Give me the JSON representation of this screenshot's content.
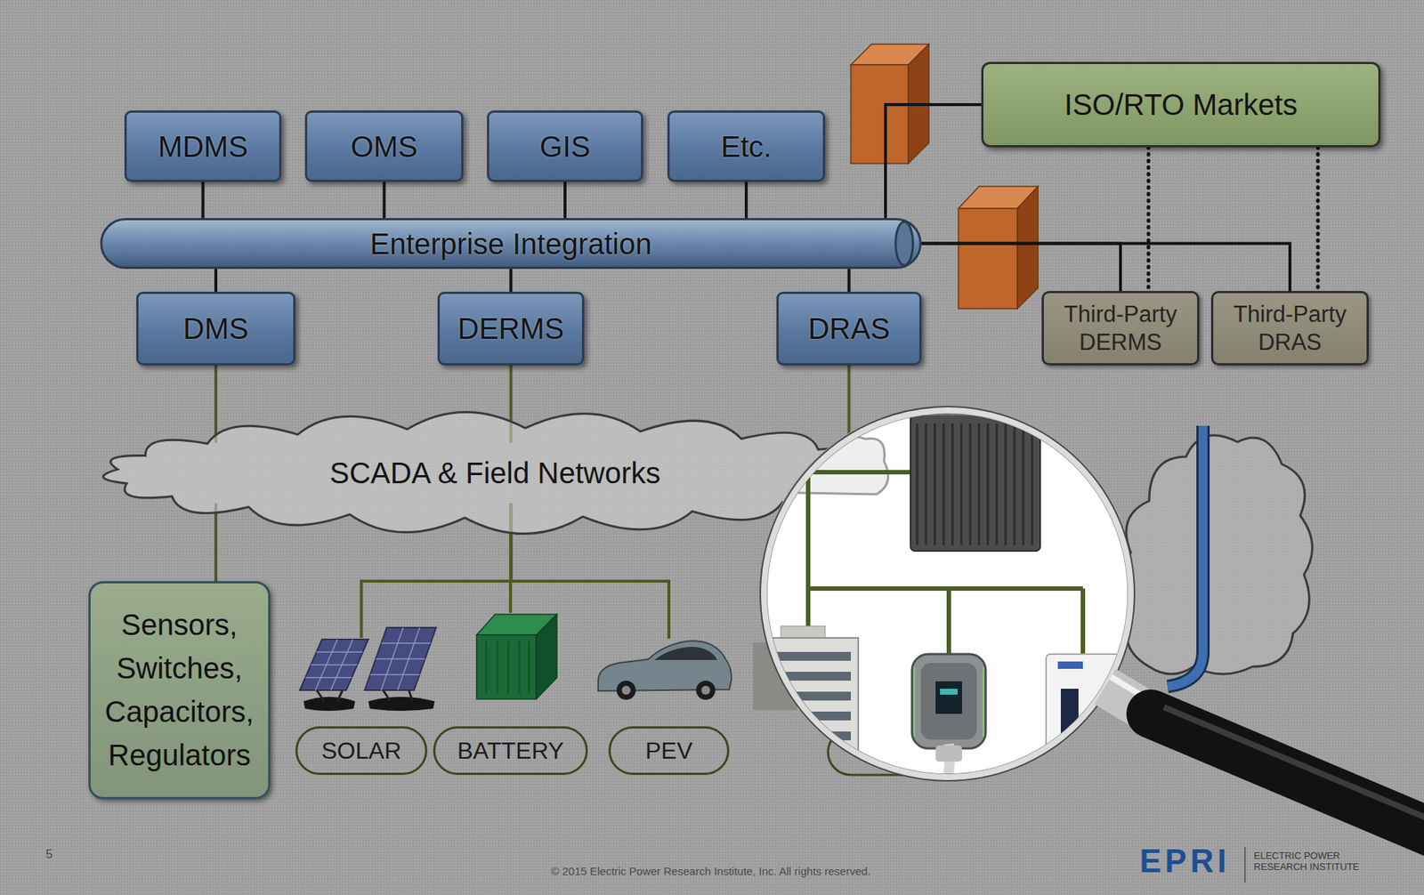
{
  "diagram": {
    "nodes": [
      {
        "text": [
          "MDMS"
        ]
      },
      {
        "text": [
          "OMS"
        ]
      },
      {
        "text": [
          "GIS"
        ]
      },
      {
        "text": [
          "Etc."
        ]
      },
      {
        "text": [
          "ISO/RTO Markets"
        ]
      },
      {
        "text": [
          "Enterprise Integration"
        ]
      },
      {
        "text": [
          "DMS"
        ]
      },
      {
        "text": [
          "DERMS"
        ]
      },
      {
        "text": [
          "DRAS"
        ]
      },
      {
        "text": [
          "Third-Party DERMS"
        ]
      },
      {
        "text": [
          "Third-Party DRAS"
        ]
      },
      {
        "text": [
          "SCADA & Field Networks"
        ]
      },
      {
        "text": [
          "Sensors, Switches, Capacitors, Regulators"
        ]
      },
      {
        "text": [
          "SOLAR"
        ]
      },
      {
        "text": [
          "BATTERY"
        ]
      },
      {
        "text": [
          "PEV"
        ]
      }
    ],
    "edges": [
      {
        "from": 0,
        "to": 5,
        "arrow": "none"
      },
      {
        "from": 1,
        "to": 5,
        "arrow": "none"
      },
      {
        "from": 2,
        "to": 5,
        "arrow": "none"
      },
      {
        "from": 3,
        "to": 5,
        "arrow": "none"
      },
      {
        "from": 5,
        "to": 4,
        "arrow": "none"
      },
      {
        "from": 5,
        "to": 9,
        "arrow": "none"
      },
      {
        "from": 5,
        "to": 10,
        "arrow": "none"
      },
      {
        "from": 4,
        "to": 9,
        "arrow": "none"
      },
      {
        "from": 4,
        "to": 10,
        "arrow": "none"
      },
      {
        "from": 5,
        "to": 6,
        "arrow": "none"
      },
      {
        "from": 5,
        "to": 7,
        "arrow": "none"
      },
      {
        "from": 5,
        "to": 8,
        "arrow": "none"
      },
      {
        "from": 6,
        "to": 11,
        "arrow": "none"
      },
      {
        "from": 7,
        "to": 11,
        "arrow": "none"
      },
      {
        "from": 8,
        "to": 11,
        "arrow": "none"
      },
      {
        "from": 11,
        "to": 12,
        "arrow": "none"
      },
      {
        "from": 11,
        "to": 13,
        "arrow": "none"
      },
      {
        "from": 11,
        "to": 14,
        "arrow": "none"
      },
      {
        "from": 11,
        "to": 15,
        "arrow": "none"
      }
    ],
    "labels": [
      "5",
      "© 2015 Electric Power Research Institute, Inc. All rights reserved.",
      "EPRI",
      "ELECTRIC POWER RESEARCH INSTITUTE"
    ]
  }
}
